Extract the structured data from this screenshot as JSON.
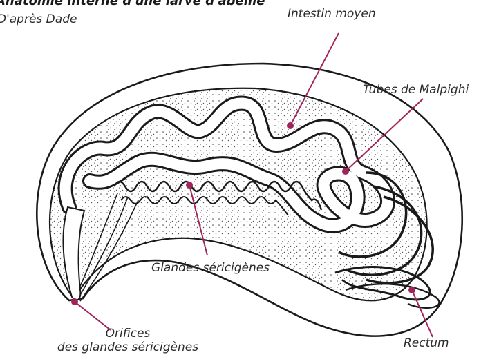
{
  "figure": {
    "title": "Anatomie interne d'une larve d'abeille",
    "credit": "D'après Dade",
    "accent_color": "#a0255a",
    "outline_color": "#1a1a1a"
  },
  "labels": {
    "midgut": "Intestin moyen",
    "malpighian": "Tubes de Malpighi",
    "silk_glands": "Glandes séricigènes",
    "orifices_line1": "Orifices",
    "orifices_line2": "des glandes séricigènes",
    "rectum": "Rectum"
  }
}
